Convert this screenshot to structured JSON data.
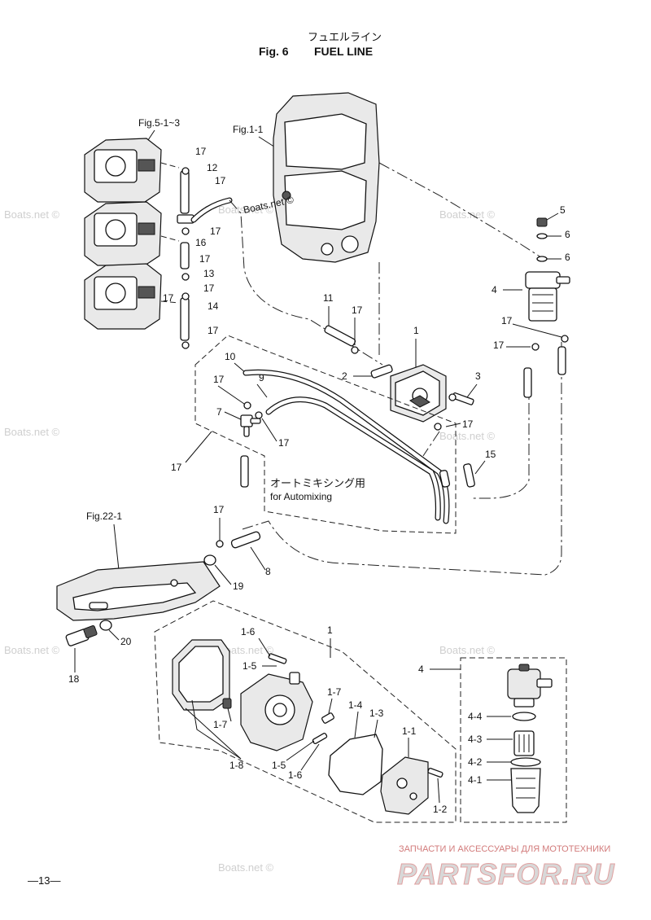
{
  "title": {
    "japanese": "フュエルライン",
    "fig_number": "Fig. 6",
    "name": "FUEL LINE"
  },
  "references": {
    "carburetor": "Fig.5-1~3",
    "powerhead": "Fig.1-1",
    "cowling": "Fig.22-1"
  },
  "automixing_note": {
    "japanese": "オートミキシング用",
    "english": "for Automixing"
  },
  "watermarks": {
    "text": "Boats.net ©"
  },
  "callouts": {
    "c1": "1",
    "c2": "2",
    "c3": "3",
    "c4": "4",
    "c5": "5",
    "c6a": "6",
    "c6b": "6",
    "c7": "7",
    "c8": "8",
    "c9": "9",
    "c10": "10",
    "c11": "11",
    "c12": "12",
    "c13": "13",
    "c14": "14",
    "c15": "15",
    "c16": "16",
    "c17_1": "17",
    "c17_2": "17",
    "c17_3": "17",
    "c17_4": "17",
    "c17_5": "17",
    "c17_6": "17",
    "c17_7": "17",
    "c17_8": "17",
    "c17_9": "17",
    "c17_10": "17",
    "c17_11": "17",
    "c17_12": "17",
    "c17_13": "17",
    "c17_14": "17",
    "c17_15": "17",
    "c18": "18",
    "c19": "19",
    "c20": "20",
    "pump_group": "1",
    "c1_1": "1-1",
    "c1_2": "1-2",
    "c1_3": "1-3",
    "c1_4": "1-4",
    "c1_5a": "1-5",
    "c1_5b": "1-5",
    "c1_6a": "1-6",
    "c1_6b": "1-6",
    "c1_7a": "1-7",
    "c1_7b": "1-7",
    "c1_8": "1-8",
    "filter_group": "4",
    "c4_1": "4-1",
    "c4_2": "4-2",
    "c4_3": "4-3",
    "c4_4": "4-4"
  },
  "page_number": "—13—",
  "brand": {
    "tagline": "ЗАПЧАСТИ И АКСЕССУАРЫ ДЛЯ МОТОТЕХНИКИ",
    "logo_text": "PARTSFOR.RU"
  }
}
